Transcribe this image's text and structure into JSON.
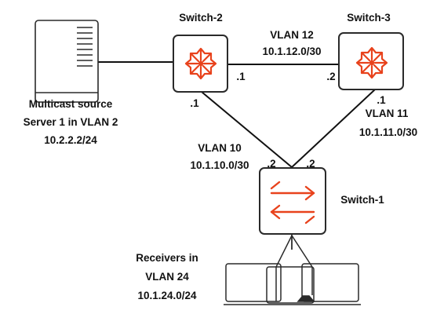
{
  "colors": {
    "arrow_orange": "#e8421c",
    "outline": "#2a2a2a",
    "line": "#111111",
    "text": "#111111"
  },
  "devices": {
    "switch2": {
      "label": "Switch-2",
      "icon": "router-switch-icon"
    },
    "switch3": {
      "label": "Switch-3",
      "icon": "router-switch-icon"
    },
    "switch1": {
      "label": "Switch-1",
      "icon": "layer2-switch-icon"
    },
    "server": {
      "icon": "server-icon",
      "label_lines": [
        "Multicast source",
        "Server 1 in VLAN 2",
        "10.2.2.2/24"
      ]
    },
    "receivers": {
      "icon": "workstations-icon",
      "label_lines": [
        "Receivers in",
        "VLAN 24",
        "10.1.24.0/24"
      ]
    }
  },
  "links": {
    "vlan12": {
      "name": "VLAN 12",
      "subnet": "10.1.12.0/30",
      "end_a": ".1",
      "end_b": ".2"
    },
    "vlan10": {
      "name": "VLAN 10",
      "subnet": "10.1.10.0/30",
      "end_a": ".1",
      "end_b": ".2"
    },
    "vlan11": {
      "name": "VLAN 11",
      "subnet": "10.1.11.0/30",
      "end_a": ".1",
      "end_b": ".2"
    }
  }
}
